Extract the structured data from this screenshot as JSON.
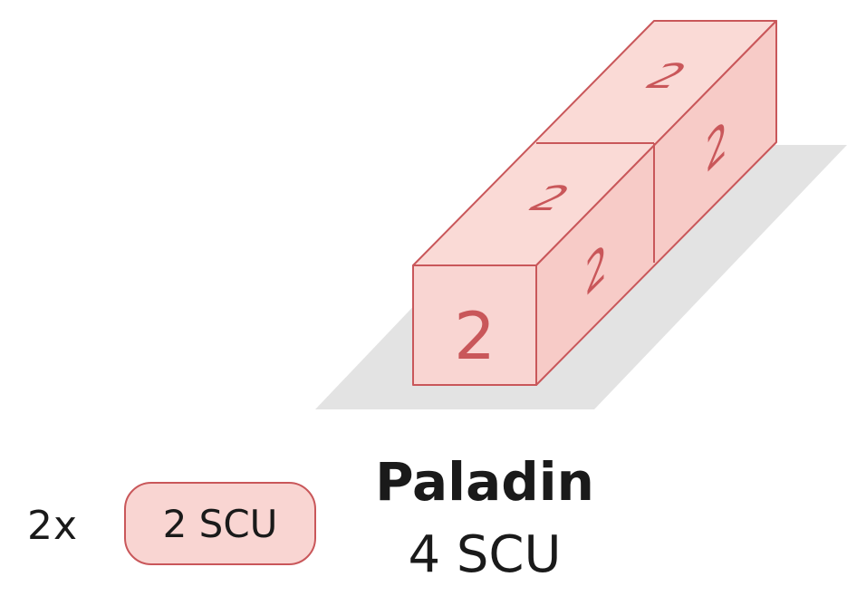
{
  "diagram": {
    "box_label": "2",
    "multiplier": "2x",
    "unit_badge": "2 SCU",
    "ship_name": "Paladin",
    "ship_capacity": "4 SCU"
  },
  "colors": {
    "box_fill": "#f9d5d2",
    "box_fill_side": "#f7cbc7",
    "box_fill_top": "#fadad6",
    "box_stroke": "#c9575a",
    "shadow": "#e3e3e3",
    "text": "#1a1a1a"
  }
}
